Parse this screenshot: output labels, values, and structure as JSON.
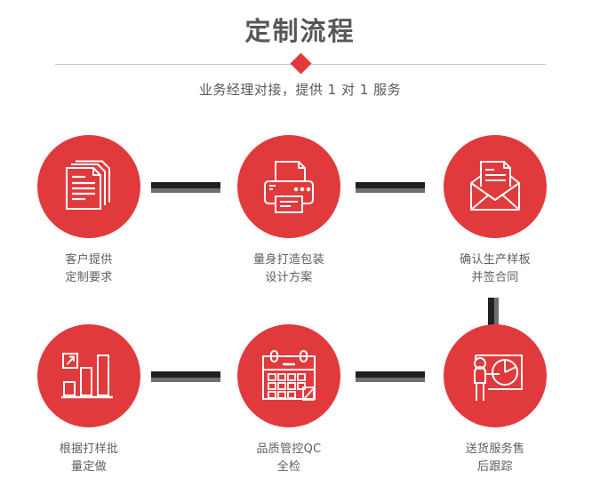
{
  "header": {
    "title": "定制流程",
    "subtitle": "业务经理对接，提供 1 对 1 服务",
    "diamond_icon": "diamond-marker",
    "accent_color": "#e03a3c",
    "divider_color": "#c9c9c9",
    "title_color": "#555759"
  },
  "flow": {
    "connector_dark_color": "#231f20",
    "connector_grey_color": "#6d6e70",
    "rows": [
      {
        "steps": [
          {
            "icon": "documents-stack-icon",
            "label": "客户提供\n定制要求"
          },
          {
            "icon": "printer-icon",
            "label": "量身打造包装\n设计方案"
          },
          {
            "icon": "envelope-document-icon",
            "label": "确认生产样板\n并签合同"
          }
        ]
      },
      {
        "steps": [
          {
            "icon": "bar-chart-growth-icon",
            "label": "根据打样批\n量定做"
          },
          {
            "icon": "calendar-check-icon",
            "label": "品质管控QC\n全检"
          },
          {
            "icon": "presentation-pie-chart-icon",
            "label": "送货服务售\n后跟踪"
          }
        ]
      }
    ]
  }
}
